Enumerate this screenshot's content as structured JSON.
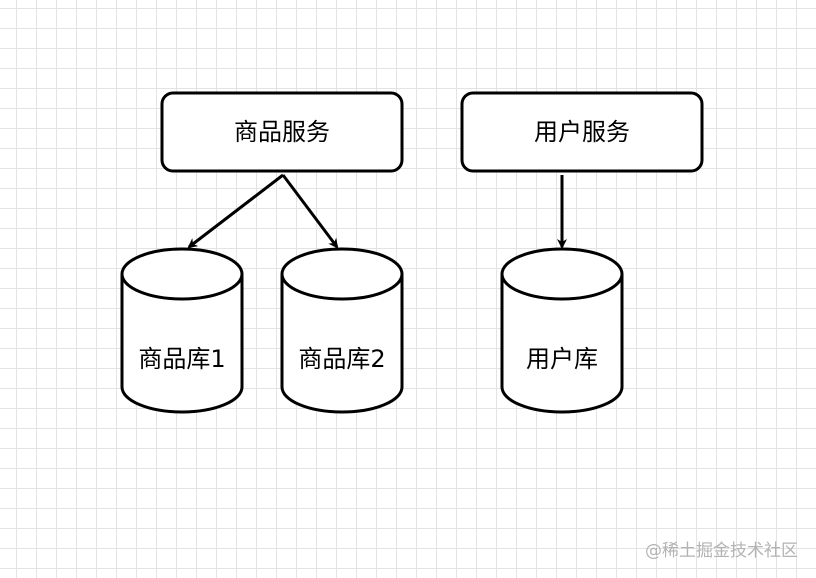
{
  "services": [
    {
      "id": "product-service",
      "label": "商品服务"
    },
    {
      "id": "user-service",
      "label": "用户服务"
    }
  ],
  "databases": [
    {
      "id": "product-db-1",
      "label": "商品库1"
    },
    {
      "id": "product-db-2",
      "label": "商品库2"
    },
    {
      "id": "user-db",
      "label": "用户库"
    }
  ],
  "edges": [
    {
      "from": "product-service",
      "to": "product-db-1"
    },
    {
      "from": "product-service",
      "to": "product-db-2"
    },
    {
      "from": "user-service",
      "to": "user-db"
    }
  ],
  "watermark": "@稀土掘金技术社区",
  "colors": {
    "stroke": "#000000",
    "fill": "#ffffff",
    "grid": "#e3e3e3",
    "watermark": "#b3b3b3"
  }
}
